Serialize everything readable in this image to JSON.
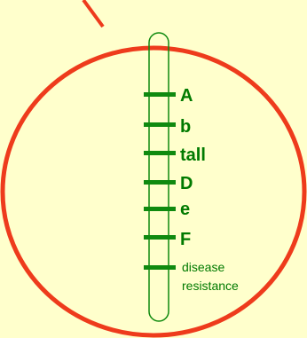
{
  "diagram": {
    "cell_color": "#ee3b1c",
    "chromosome_color": "#0f8a0f",
    "label_color": "#007a00",
    "background": "#ffffcc",
    "loci": [
      {
        "label": "A"
      },
      {
        "label": "b"
      },
      {
        "label": "tall"
      },
      {
        "label": "D"
      },
      {
        "label": "e"
      },
      {
        "label": "F"
      }
    ],
    "trait_label_line1": "disease",
    "trait_label_line2": "resistance"
  }
}
